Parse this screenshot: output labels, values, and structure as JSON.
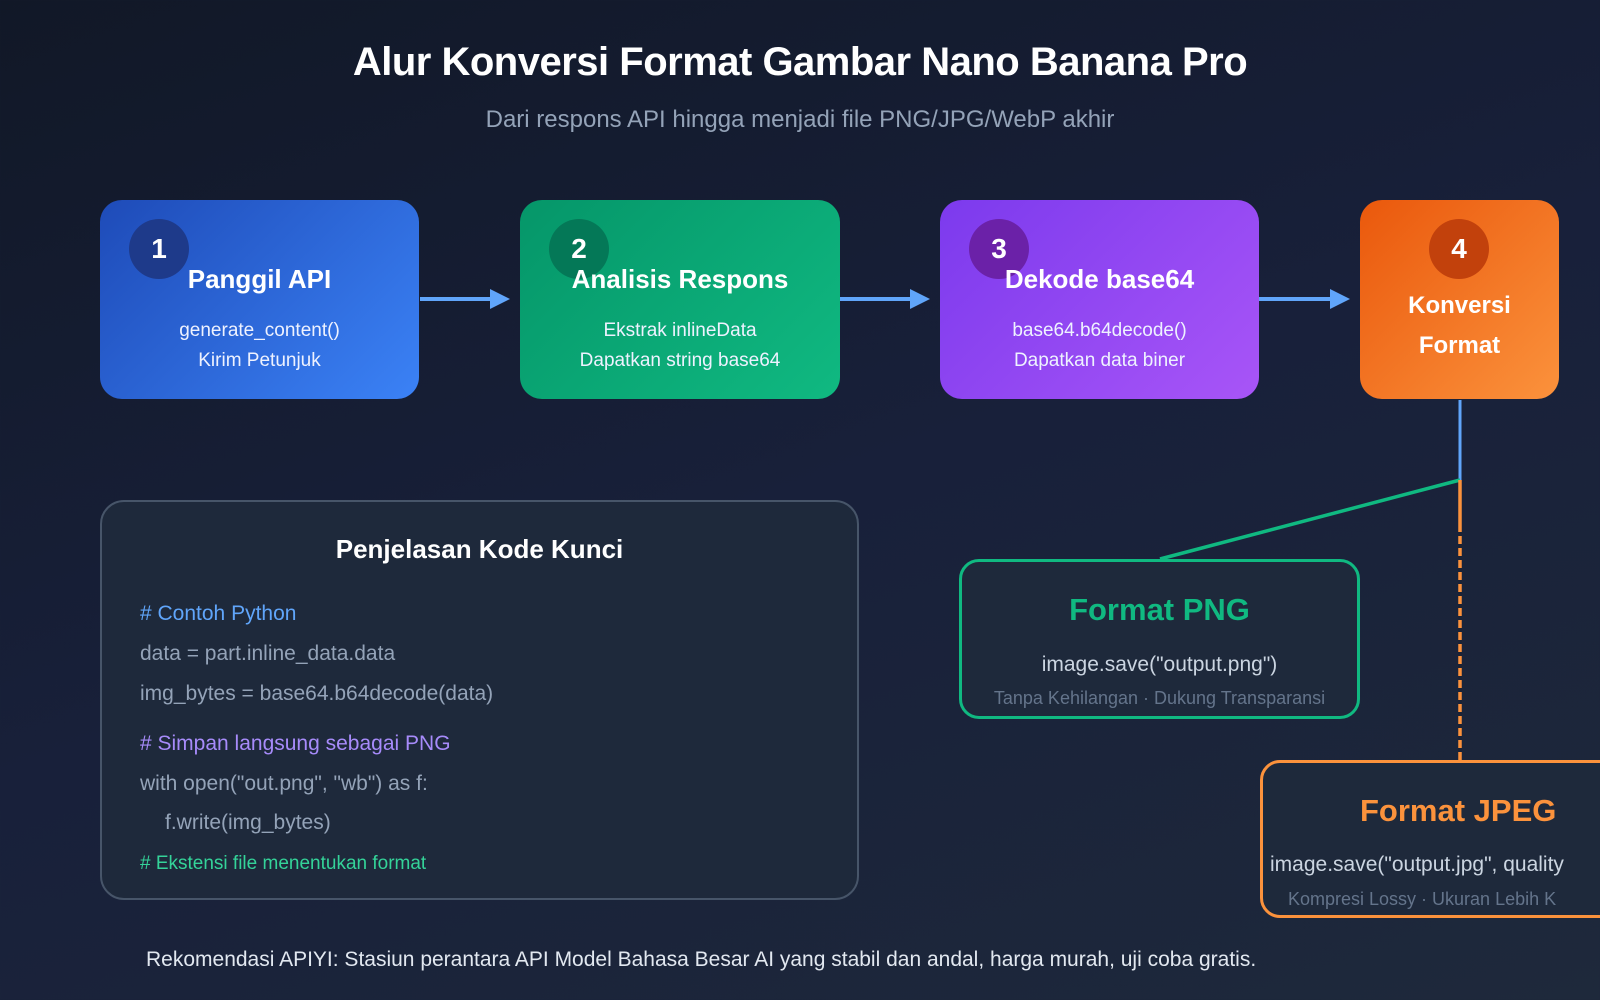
{
  "header": {
    "title": "Alur Konversi Format Gambar Nano Banana Pro",
    "subtitle": "Dari respons API hingga menjadi file PNG/JPG/WebP akhir"
  },
  "steps": [
    {
      "number": "1",
      "title": "Panggil API",
      "lines": [
        "generate_content()",
        "Kirim Petunjuk"
      ],
      "color": "#3b82f6"
    },
    {
      "number": "2",
      "title": "Analisis Respons",
      "lines": [
        "Ekstrak inlineData",
        "Dapatkan string base64"
      ],
      "color": "#10b981"
    },
    {
      "number": "3",
      "title": "Dekode base64",
      "lines": [
        "base64.b64decode()",
        "Dapatkan data biner"
      ],
      "color": "#a855f7"
    },
    {
      "number": "4",
      "title_lines": [
        "Konversi",
        "Format"
      ],
      "color": "#f97316"
    }
  ],
  "code_panel": {
    "title": "Penjelasan Kode Kunci",
    "lines": [
      {
        "text": "# Contoh Python",
        "color": "#60a5fa"
      },
      {
        "text": "data = part.inline_data.data",
        "color": "#94a3b8"
      },
      {
        "text": "img_bytes = base64.b64decode(data)",
        "color": "#94a3b8"
      },
      {
        "text": "# Simpan langsung sebagai PNG",
        "color": "#a78bfa"
      },
      {
        "text": "with open(\"out.png\", \"wb\") as f:",
        "color": "#94a3b8"
      },
      {
        "text": "f.write(img_bytes)",
        "color": "#94a3b8"
      },
      {
        "text": "# Ekstensi file menentukan format",
        "color": "#34d399"
      }
    ]
  },
  "outputs": [
    {
      "title": "Format PNG",
      "code": "image.save(\"output.png\")",
      "note": "Tanpa Kehilangan · Dukung Transparansi",
      "color": "#10b981"
    },
    {
      "title": "Format JPEG",
      "code": "image.save(\"output.jpg\", quality",
      "note": "Kompresi Lossy · Ukuran Lebih K",
      "color": "#fb923c"
    }
  ],
  "footer": "Rekomendasi APIYI: Stasiun perantara API Model Bahasa Besar AI yang stabil dan andal, harga murah, uji coba gratis."
}
